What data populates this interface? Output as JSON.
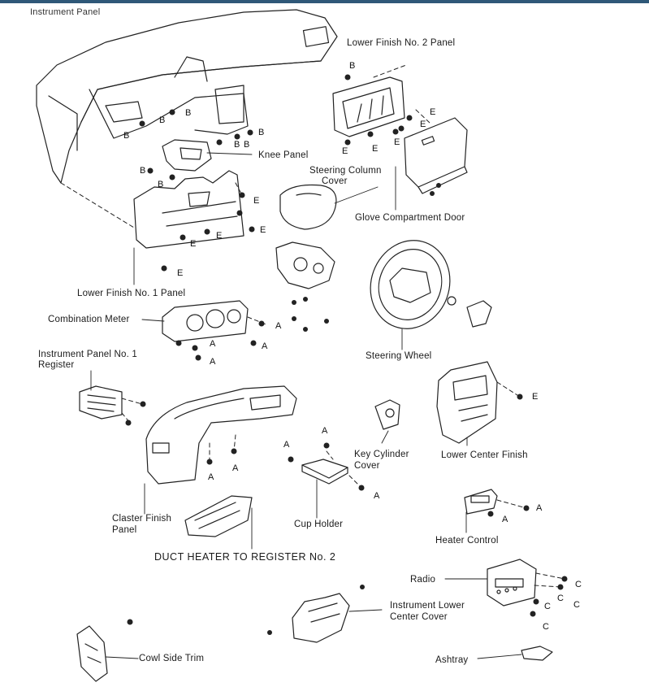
{
  "title": "Instrument Panel",
  "labels": {
    "lower_finish_2": "Lower Finish No. 2 Panel",
    "knee_panel": "Knee Panel",
    "steering_column_cover_1": "Steering Column",
    "steering_column_cover_2": "Cover",
    "glove_compartment_door": "Glove Compartment Door",
    "lower_finish_1": "Lower Finish No. 1 Panel",
    "combination_meter": "Combination Meter",
    "ip_register_1": "Instrument Panel No. 1",
    "ip_register_2": "Register",
    "steering_wheel": "Steering Wheel",
    "key_cylinder_cover_1": "Key Cylinder",
    "key_cylinder_cover_2": "Cover",
    "lower_center_finish": "Lower Center Finish",
    "cluster_finish_1": "Claster Finish",
    "cluster_finish_2": "Panel",
    "cup_holder": "Cup Holder",
    "heater_control": "Heater Control",
    "duct_heater": "DUCT HEATER TO REGISTER No. 2",
    "radio": "Radio",
    "lower_center_cover_1": "Instrument Lower",
    "lower_center_cover_2": "Center Cover",
    "cowl_side_trim": "Cowl Side Trim",
    "ashtray": "Ashtray"
  },
  "fastener_letters": {
    "a": "A",
    "b": "B",
    "c": "C",
    "e": "E"
  }
}
